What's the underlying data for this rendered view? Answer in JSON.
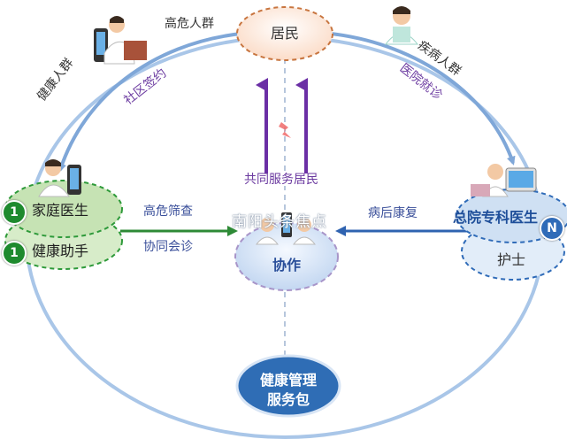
{
  "top_node": {
    "label": "居民"
  },
  "bottom_node": {
    "label_line1": "健康管理",
    "label_line2": "服务包"
  },
  "center_node": {
    "label": "协作"
  },
  "left_group": {
    "top_label": "家庭医生",
    "top_badge": "1",
    "bottom_label": "健康助手",
    "bottom_badge": "1"
  },
  "right_group": {
    "top_label": "总院专科医生",
    "bottom_label": "护士",
    "badge": "N"
  },
  "populations": {
    "high_risk": "高危人群",
    "healthy": "健康人群",
    "disease": "疾病人群"
  },
  "flows": {
    "community_signing": "社区签约",
    "hospital_visit": "医院就诊",
    "serve_together": "共同服务居民",
    "high_risk_screening": "高危筛查",
    "joint_consultation": "协同会诊",
    "rehab": "病后康复"
  },
  "watermark": "南阳头条焦点",
  "colors": {
    "ring": "#a9c6e8",
    "top_node_fill": "#fde7d8",
    "top_node_border": "#c8753f",
    "left_fill": "#c6e3b4",
    "left_border": "#2e9a3a",
    "badge_green": "#1e8a2e",
    "right_fill": "#cfe0f3",
    "right_border": "#2f6bb8",
    "badge_blue": "#2f6bb8",
    "center_fill": "#d6e4f5",
    "center_border": "#a895c9",
    "bottom_fill": "#2f6db5",
    "purple_arrow": "#6b2fa5",
    "green_arrow": "#2e8a36",
    "blue_arrow": "#2f63b0"
  }
}
